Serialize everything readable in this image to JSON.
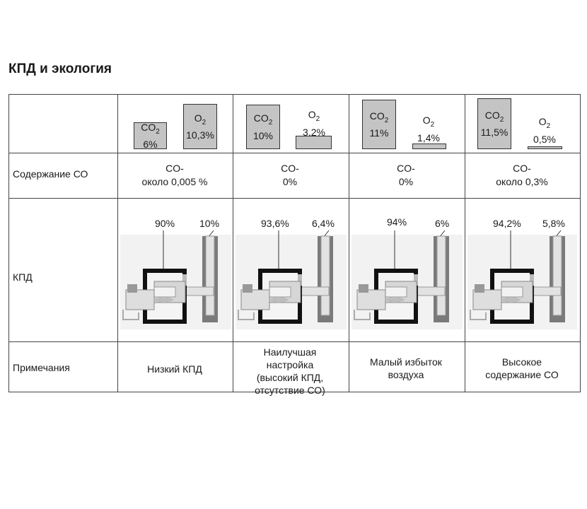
{
  "title": "КПД и экология",
  "rows": {
    "co_label": "Содержание СО",
    "efficiency_label": "КПД",
    "notes_label": "Примечания"
  },
  "columns": [
    {
      "co2_formula": "CO",
      "co2_sub": "2",
      "co2_value": "6%",
      "o2_formula": "O",
      "o2_sub": "2",
      "o2_value": "10,3%",
      "co_line1": "CO-",
      "co_line2": "около 0,005 %",
      "eff_useful": "90%",
      "eff_loss": "10%",
      "note_lines": [
        "Низкий КПД"
      ]
    },
    {
      "co2_formula": "CO",
      "co2_sub": "2",
      "co2_value": "10%",
      "o2_formula": "O",
      "o2_sub": "2",
      "o2_value": "3,2%",
      "co_line1": "CO-",
      "co_line2": "0%",
      "eff_useful": "93,6%",
      "eff_loss": "6,4%",
      "note_lines": [
        "Наилучшая",
        "настройка",
        "(высокий КПД,",
        "отсутствие СО)"
      ]
    },
    {
      "co2_formula": "CO",
      "co2_sub": "2",
      "co2_value": "11%",
      "o2_formula": "O",
      "o2_sub": "2",
      "o2_value": "1,4%",
      "co_line1": "CO-",
      "co_line2": "0%",
      "eff_useful": "94%",
      "eff_loss": "6%",
      "note_lines": [
        "Малый избыток",
        "воздуха"
      ]
    },
    {
      "co2_formula": "CO",
      "co2_sub": "2",
      "co2_value": "11,5%",
      "o2_formula": "O",
      "o2_sub": "2",
      "o2_value": "0,5%",
      "co_line1": "CO-",
      "co_line2": "около 0,3%",
      "eff_useful": "94,2%",
      "eff_loss": "5,8%",
      "note_lines": [
        "Высокое",
        "содержание СО"
      ]
    }
  ]
}
